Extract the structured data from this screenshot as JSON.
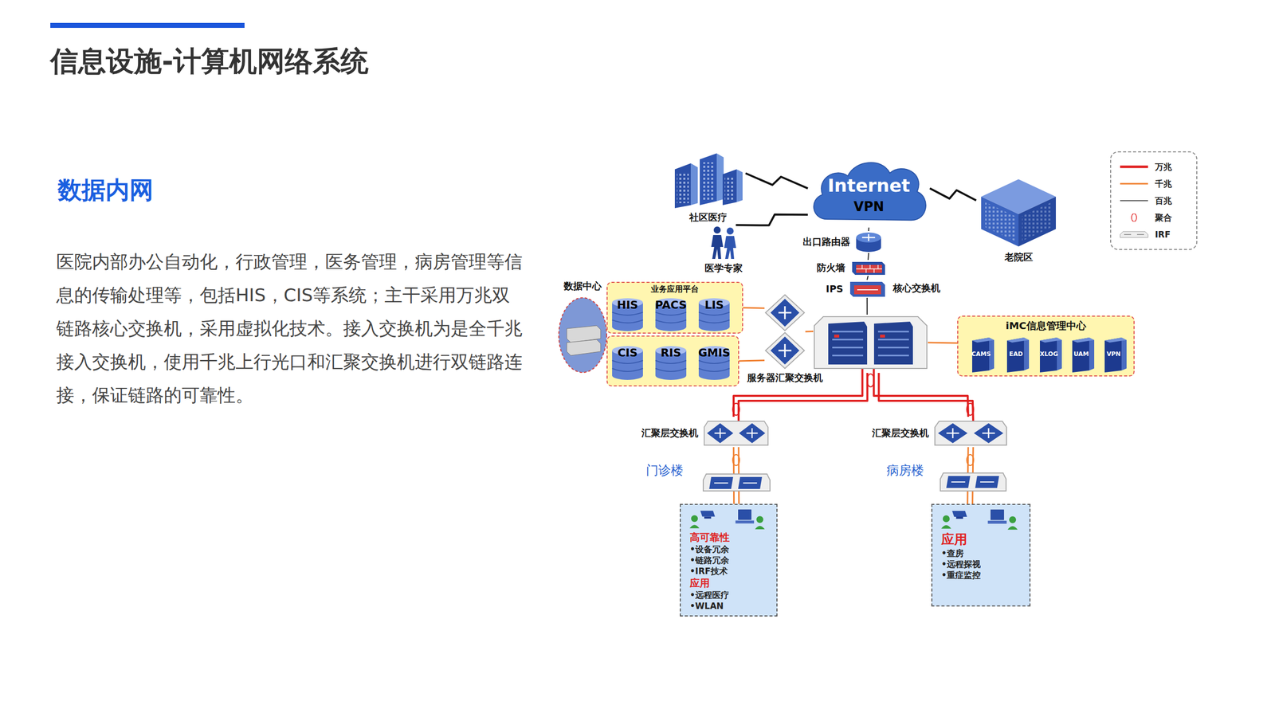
{
  "diagram": {
    "title": "信息设施-计算机网络系统",
    "nodes": [
      {
        "text": [
          "社区医疗"
        ]
      },
      {
        "text": [
          "Internet",
          "VPN"
        ]
      },
      {
        "text": [
          "老院区"
        ]
      },
      {
        "text": [
          "医学专家"
        ]
      },
      {
        "text": [
          "出口路由器"
        ]
      },
      {
        "text": [
          "防火墙"
        ]
      },
      {
        "text": [
          "IPS"
        ]
      },
      {
        "text": [
          "数据中心"
        ]
      },
      {
        "text": [
          "业务应用平台"
        ]
      },
      {
        "text": [
          "HIS"
        ],
        "in": 8
      },
      {
        "text": [
          "PACS"
        ],
        "in": 8
      },
      {
        "text": [
          "LIS"
        ],
        "in": 8
      },
      {
        "text": []
      },
      {
        "text": [
          "CIS"
        ],
        "in": 12
      },
      {
        "text": [
          "RIS"
        ],
        "in": 12
      },
      {
        "text": [
          "GMIS"
        ],
        "in": 12
      },
      {
        "text": [
          "服务器汇聚交换机"
        ]
      },
      {
        "text": [
          "核心交换机"
        ]
      },
      {
        "text": [
          "iMC信息管理中心"
        ]
      },
      {
        "text": [
          "CAMS"
        ],
        "in": 18
      },
      {
        "text": [
          "EAD"
        ],
        "in": 18
      },
      {
        "text": [
          "XLOG"
        ],
        "in": 18
      },
      {
        "text": [
          "UAM"
        ],
        "in": 18
      },
      {
        "text": [
          "VPN"
        ],
        "in": 18
      },
      {
        "text": [
          "汇聚层交换机",
          "门诊楼"
        ]
      },
      {
        "text": [
          "汇聚层交换机",
          "病房楼"
        ]
      },
      {
        "text": [
          "高可靠性",
          "•设备冗余",
          "•链路冗余",
          "•IRF技术",
          "应用",
          "•远程医疗",
          "•WLAN"
        ]
      },
      {
        "text": [
          "应用",
          "•查房",
          "•远程探视",
          "•重症监控"
        ]
      }
    ],
    "edges": [
      {
        "from": 0,
        "to": 1,
        "arrow": "none"
      },
      {
        "from": 3,
        "to": 1,
        "arrow": "none"
      },
      {
        "from": 1,
        "to": 2,
        "arrow": "none"
      },
      {
        "from": 1,
        "to": 4,
        "arrow": "none"
      },
      {
        "from": 4,
        "to": 5,
        "arrow": "none"
      },
      {
        "from": 5,
        "to": 6,
        "arrow": "none"
      },
      {
        "from": 6,
        "to": 17,
        "arrow": "none"
      },
      {
        "from": 8,
        "to": 16,
        "arrow": "none"
      },
      {
        "from": 12,
        "to": 16,
        "arrow": "none"
      },
      {
        "from": 16,
        "to": 17,
        "arrow": "none"
      },
      {
        "from": 17,
        "to": 18,
        "arrow": "none"
      },
      {
        "from": 17,
        "to": 24,
        "arrow": "none"
      },
      {
        "from": 17,
        "to": 25,
        "arrow": "none"
      },
      {
        "from": 24,
        "to": 26,
        "arrow": "none"
      },
      {
        "from": 25,
        "to": 27,
        "arrow": "none"
      }
    ],
    "labels": [
      "数据内网",
      "医院内部办公自动化，行政管理，医务管理，病房管理等信息的传输处理等，包括HIS，CIS等系统；主干采用万兆双链路核心交换机，采用虚拟化技术。接入交换机为是全千兆接入交换机，使用千兆上行光口和汇聚交换机进行双链路连接，保证链路的可靠性。"
    ],
    "legend": [
      {
        "text": "万兆"
      },
      {
        "text": "千兆"
      },
      {
        "text": "百兆"
      },
      {
        "text": "聚合"
      },
      {
        "text": "IRF"
      }
    ]
  }
}
